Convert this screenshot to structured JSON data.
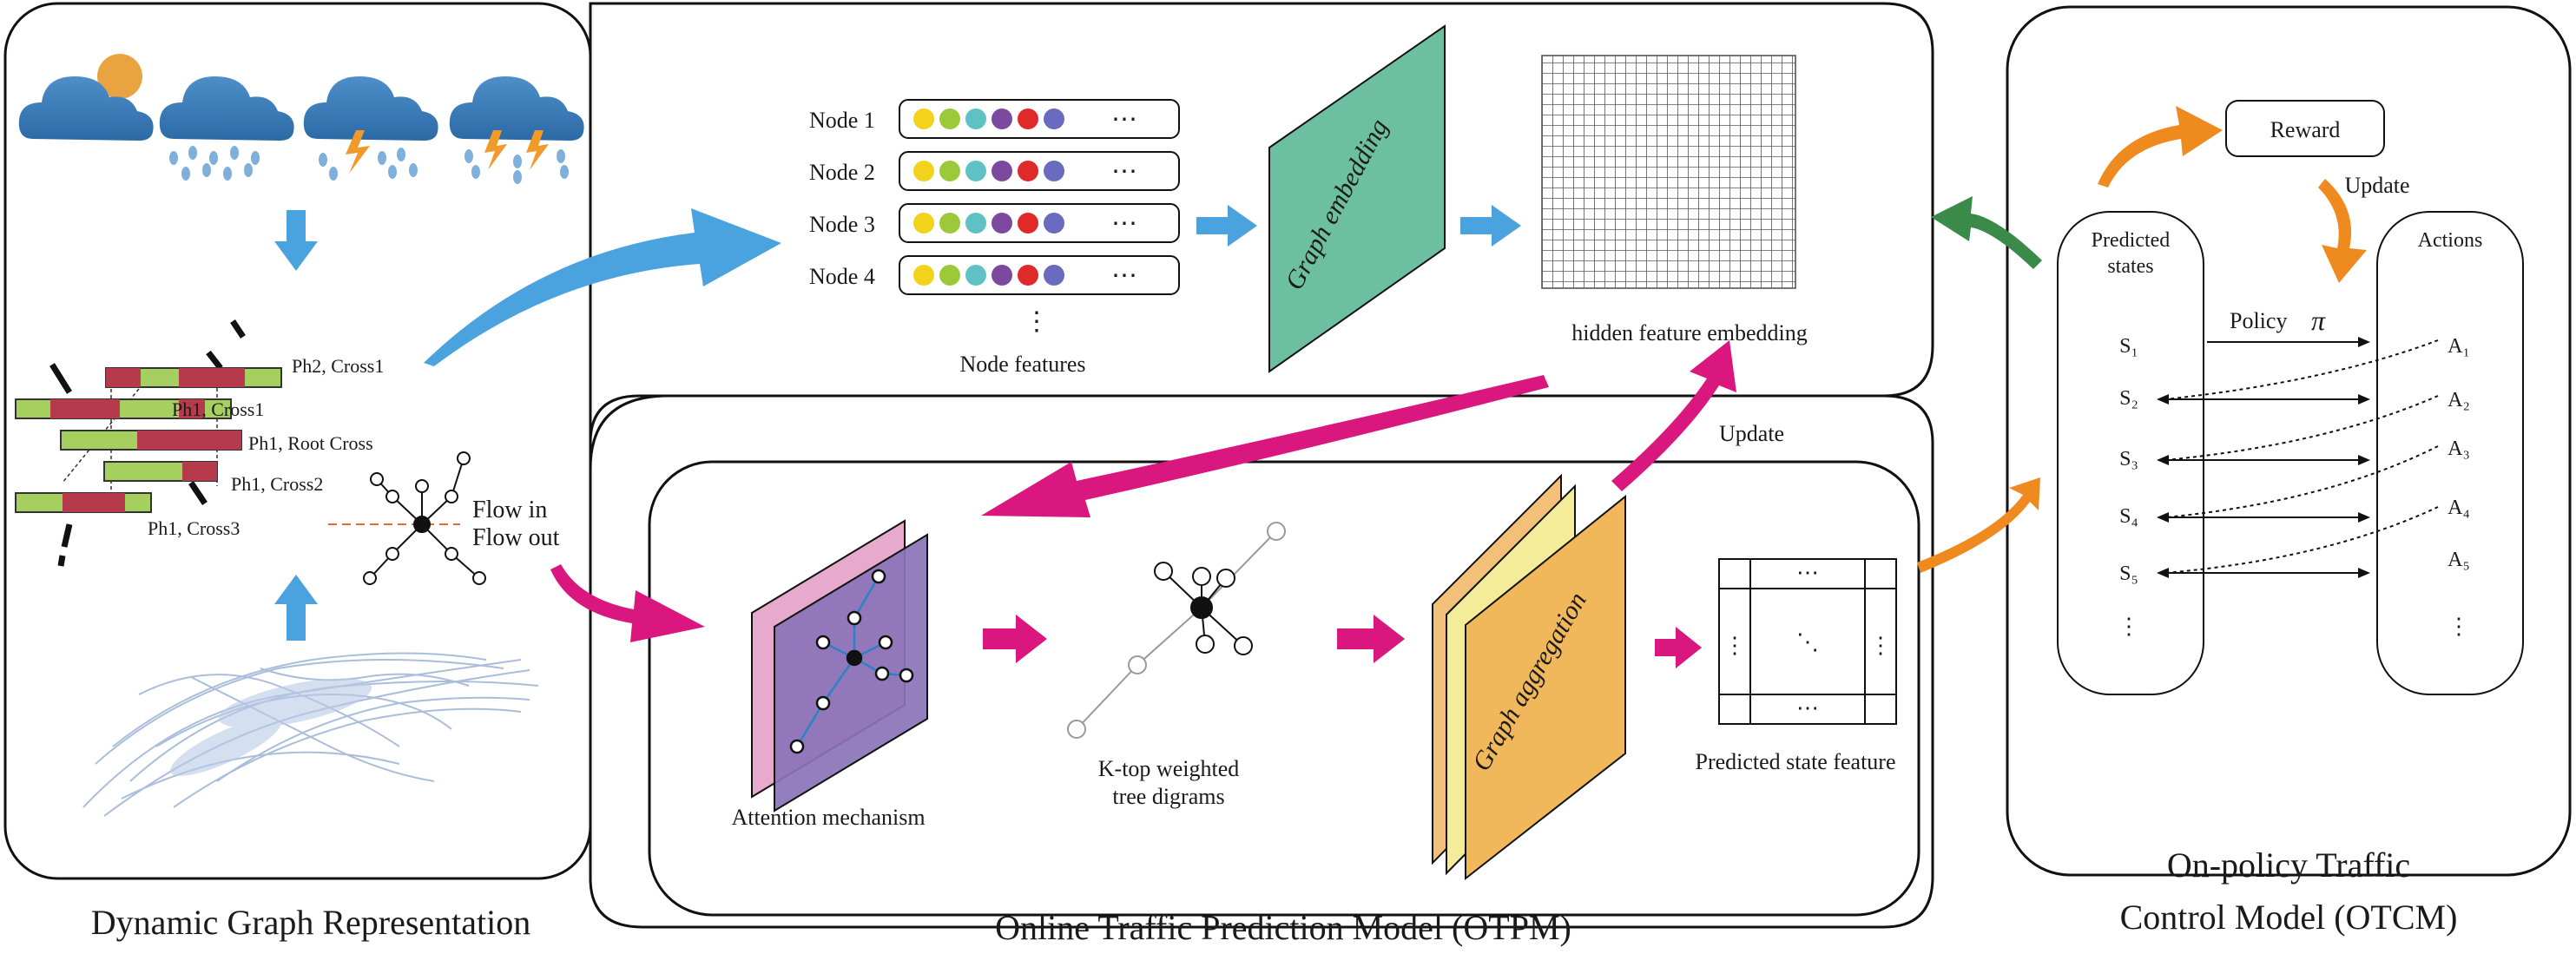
{
  "panels": {
    "dgr_caption": "Dynamic Graph Representation",
    "otpm_caption": "Online Traffic Prediction Model (OTPM)",
    "otcm_caption_line1": "On-policy Traffic",
    "otcm_caption_line2": "Control Model (OTCM)"
  },
  "dgr": {
    "phases": [
      "Ph2, Cross1",
      "Ph1, Cross1",
      "Ph1, Root Cross",
      "Ph1, Cross2",
      "Ph1, Cross3"
    ],
    "flow_in": "Flow in",
    "flow_out": "Flow out"
  },
  "features": {
    "nodes": [
      "Node 1",
      "Node 2",
      "Node 3",
      "Node 4"
    ],
    "ellipsis": "⋯",
    "vdots": "⋮",
    "caption": "Node features",
    "graph_embedding": "Graph embedding",
    "hidden_caption": "hidden feature embedding",
    "node_colors": [
      "#f2d21a",
      "#9bc93a",
      "#5fc1c4",
      "#7b4a9e",
      "#e02a2a",
      "#6a6abf"
    ]
  },
  "otpm": {
    "update": "Update",
    "attention": "Attention mechanism",
    "ktop_line1": "K-top weighted",
    "ktop_line2": "tree digrams",
    "graph_aggregation": "Graph aggregation",
    "predicted_state": "Predicted state feature",
    "matrix_hdots": "⋯",
    "matrix_vdots": "⋮",
    "matrix_ddots": "⋱"
  },
  "otcm": {
    "reward": "Reward",
    "update": "Update",
    "predicted_line1": "Predicted",
    "predicted_line2": "states",
    "actions": "Actions",
    "policy": "Policy",
    "pi": "π",
    "states": [
      "S₁",
      "S₂",
      "S₃",
      "S₄",
      "S₅"
    ],
    "action_labels": [
      "A₁",
      "A₂",
      "A₃",
      "A₄",
      "A₅"
    ],
    "vdots": "⋮"
  },
  "colors": {
    "blue_arrow": "#4aa3df",
    "magenta_arrow": "#d9177e",
    "orange_arrow": "#ef8a1f",
    "green_arrow": "#3a8a4a",
    "embedding_fill": "#6dbfa1",
    "attention_pink": "#e7a9cc",
    "attention_purple": "#8b74b8",
    "aggregation_fill": "#f0b85a"
  }
}
